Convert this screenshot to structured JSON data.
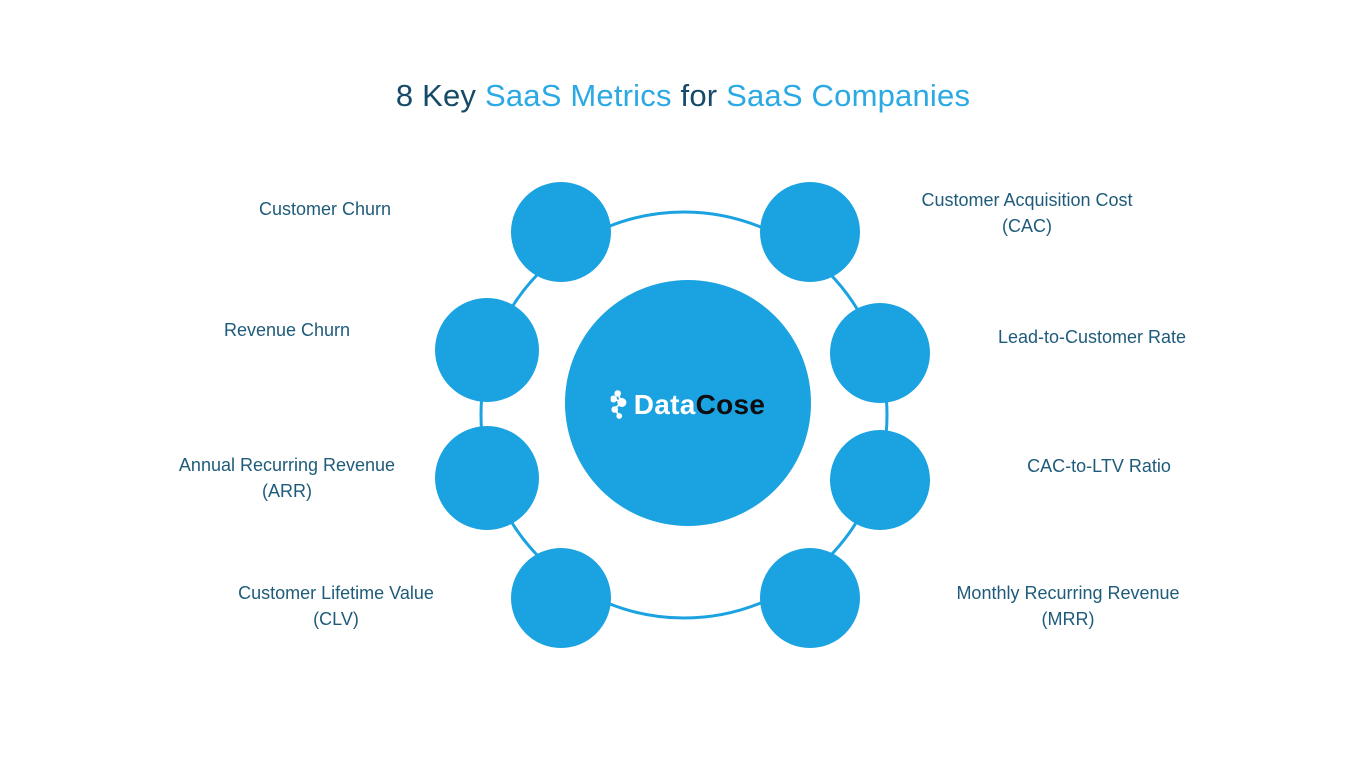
{
  "title": {
    "seg1": "8 Key ",
    "seg2": "SaaS Metrics",
    "seg3": " for ",
    "seg4": "SaaS Companies"
  },
  "logo": {
    "part1": "Data",
    "part2": "Cose",
    "icon": "network-dots-icon"
  },
  "colors": {
    "node_fill": "#1BA2E1",
    "center_fill": "#1BA2E1",
    "ring_stroke": "#1BA2E1",
    "title_dark": "#154B68",
    "title_blue": "#2AA9E4",
    "label_text": "#1E5B7A",
    "logo_data": "#FFFFFF",
    "logo_cose": "#0D0D12"
  },
  "metrics": [
    {
      "id": "customer-churn",
      "line1": "Customer Churn",
      "line2": ""
    },
    {
      "id": "customer-acquisition-cost",
      "line1": "Customer Acquisition Cost",
      "line2": "(CAC)"
    },
    {
      "id": "revenue-churn",
      "line1": "Revenue Churn",
      "line2": ""
    },
    {
      "id": "lead-to-customer-rate",
      "line1": "Lead-to-Customer Rate",
      "line2": ""
    },
    {
      "id": "annual-recurring-revenue",
      "line1": "Annual Recurring Revenue",
      "line2": "(ARR)"
    },
    {
      "id": "cac-to-ltv-ratio",
      "line1": "CAC-to-LTV Ratio",
      "line2": ""
    },
    {
      "id": "customer-lifetime-value",
      "line1": "Customer Lifetime Value",
      "line2": "(CLV)"
    },
    {
      "id": "monthly-recurring-revenue",
      "line1": "Monthly Recurring Revenue",
      "line2": "(MRR)"
    }
  ]
}
